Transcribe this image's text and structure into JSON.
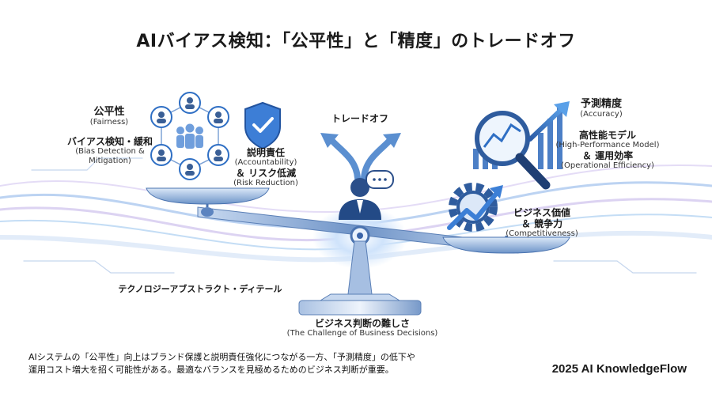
{
  "title": "AIバイアス検知：「公平性」と「精度」のトレードオフ",
  "left": {
    "fairness": {
      "jp": "公平性",
      "en": "(Fairness)"
    },
    "bias": {
      "jp": "バイアス検知・緩和",
      "en1": "(Bias Detection &",
      "en2": "Mitigation)"
    },
    "accountability": {
      "jp": "説明責任",
      "en1": "(Accountability)",
      "jp2": "＆ リスク低減",
      "en2": "(Risk Reduction)"
    }
  },
  "center": {
    "tradeoff": "トレードオフ",
    "tech": "テクノロジーアブストラクト・ディテール",
    "decision": {
      "jp": "ビジネス判断の難しさ",
      "en": "(The Challenge of Business Decisions)"
    }
  },
  "right": {
    "accuracy": {
      "jp": "予測精度",
      "en": "(Accuracy)"
    },
    "model": {
      "jp": "高性能モデル",
      "en": "(High-Performance Model)",
      "jp2": "＆ 運用効率",
      "en2": "(Operational Efficiency)"
    },
    "business": {
      "jp": "ビジネス価値",
      "jp2": "＆ 競争力",
      "en": "(Competitiveness)"
    }
  },
  "footer": {
    "line1": "AIシステムの「公平性」向上はブランド保護と説明責任強化につながる一方、「予測精度」の低下や",
    "line2": "運用コスト増大を招く可能性がある。最適なバランスを見極めるためのビジネス判断が重要。"
  },
  "brand": "2025 AI KnowledgeFlow",
  "colors": {
    "accent": "#2f6fc4",
    "dark": "#1d3f7a",
    "wave": "#8fb6ea",
    "purple": "#b9a7e6"
  },
  "icons": [
    "people-network-icon",
    "shield-check-icon",
    "person-speech-icon",
    "magnifier-chart-icon",
    "gear-arrow-icon",
    "split-arrows-icon",
    "balance-scale-icon"
  ]
}
